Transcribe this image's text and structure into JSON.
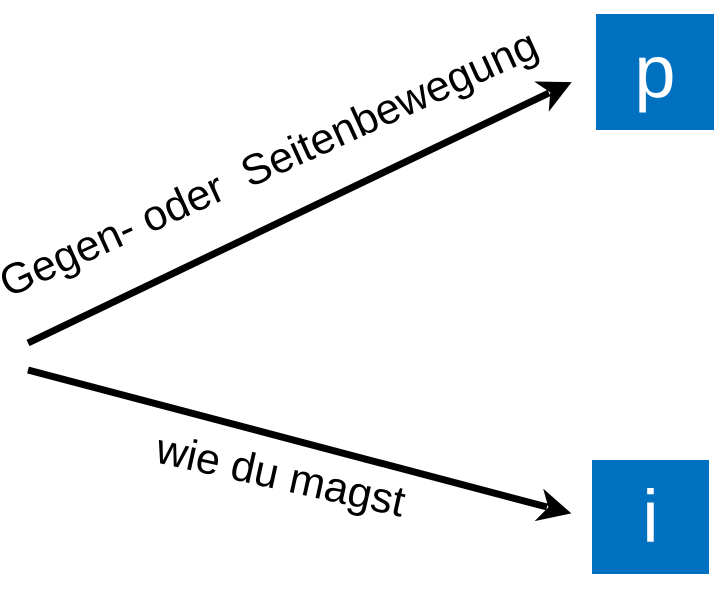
{
  "diagram": {
    "background_color": "#ffffff",
    "arrow_color": "#000000",
    "label_color": "#000000",
    "node_fill_color": "#0070c0",
    "node_text_color": "#ffffff",
    "arrows": [
      {
        "id": "upper-arrow",
        "label": "Gegen- oder  Seitenbewegung",
        "direction": "up-right"
      },
      {
        "id": "lower-arrow",
        "label": "wie du magst",
        "direction": "down-right"
      }
    ],
    "nodes": [
      {
        "id": "node-p",
        "label": "p"
      },
      {
        "id": "node-i",
        "label": "i"
      }
    ]
  }
}
